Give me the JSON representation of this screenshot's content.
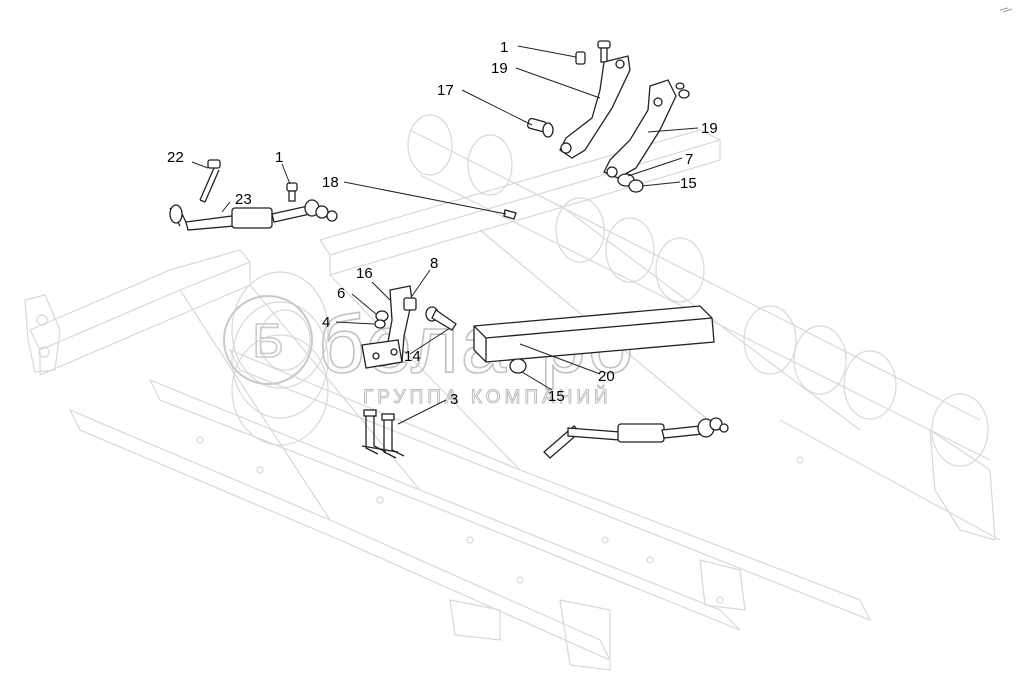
{
  "diagram": {
    "callouts": [
      {
        "id": "c1a",
        "text": "1"
      },
      {
        "id": "c19a",
        "text": "19"
      },
      {
        "id": "c17",
        "text": "17"
      },
      {
        "id": "c19b",
        "text": "19"
      },
      {
        "id": "c7",
        "text": "7"
      },
      {
        "id": "c15a",
        "text": "15"
      },
      {
        "id": "c22",
        "text": "22"
      },
      {
        "id": "c1b",
        "text": "1"
      },
      {
        "id": "c23",
        "text": "23"
      },
      {
        "id": "c18",
        "text": "18"
      },
      {
        "id": "c16",
        "text": "16"
      },
      {
        "id": "c8",
        "text": "8"
      },
      {
        "id": "c6",
        "text": "6"
      },
      {
        "id": "c4",
        "text": "4"
      },
      {
        "id": "c14",
        "text": "14"
      },
      {
        "id": "c20",
        "text": "20"
      },
      {
        "id": "c15b",
        "text": "15"
      },
      {
        "id": "c3",
        "text": "3"
      }
    ]
  },
  "watermark": {
    "brand": "белагро",
    "tagline": "ГРУППА КОМПАНИЙ"
  }
}
